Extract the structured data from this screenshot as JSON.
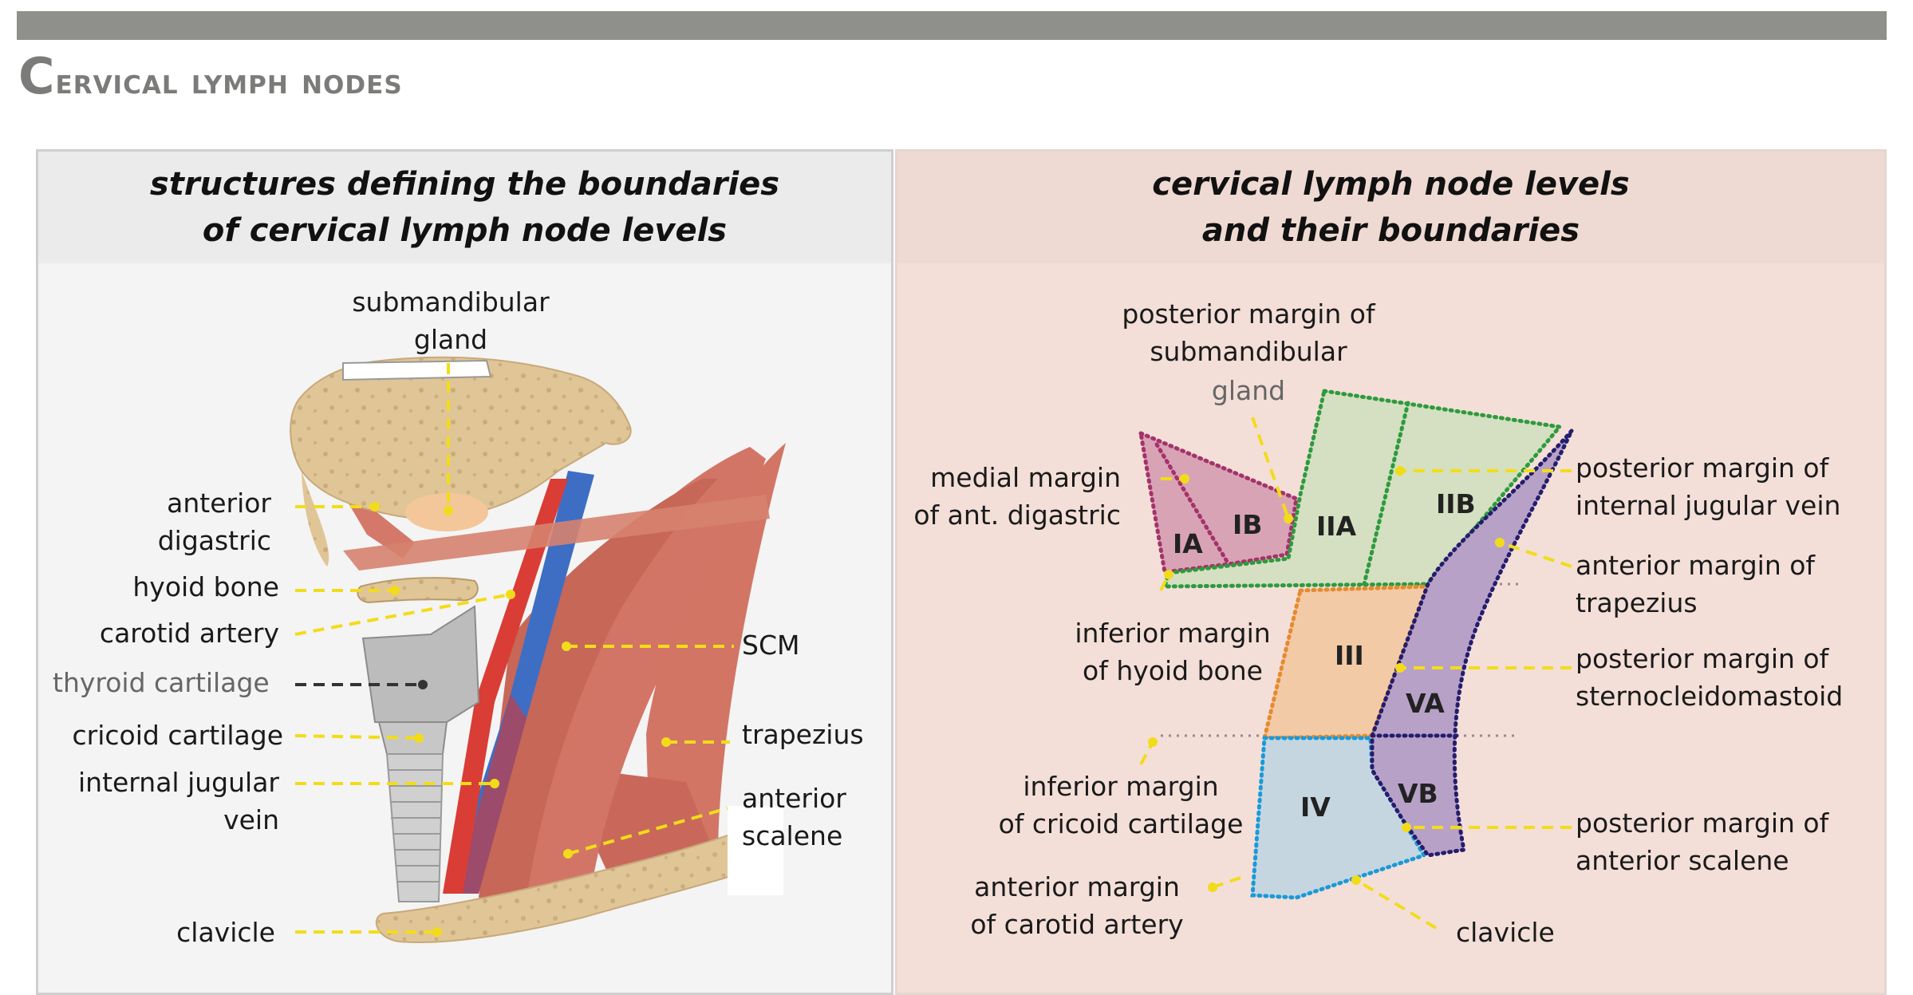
{
  "title": {
    "first": "C",
    "rest": "ervical lymph nodes"
  },
  "left_panel": {
    "heading": "structures defining the boundaries\nof cervical lymph node levels",
    "labels": {
      "submandibular_gland": "submandibular\ngland",
      "anterior_digastric": "anterior\ndigastric",
      "hyoid_bone": "hyoid bone",
      "carotid_artery": "carotid artery",
      "thyroid_cartilage": "thyroid cartilage",
      "cricoid_cartilage": "cricoid cartilage",
      "internal_jugular_vein": "internal jugular\nvein",
      "clavicle": "clavicle",
      "scm": "SCM",
      "trapezius": "trapezius",
      "anterior_scalene": "anterior\nscalene"
    }
  },
  "right_panel": {
    "heading": "cervical lymph node levels\nand their boundaries",
    "levels": {
      "ia": "IA",
      "ib": "IB",
      "iia": "IIA",
      "iib": "IIB",
      "iii": "III",
      "va": "VA",
      "iv": "IV",
      "vb": "VB"
    },
    "labels": {
      "post_margin_submandibular": "posterior margin of\nsubmandibular",
      "gland": "gland",
      "medial_margin_digastric": "medial margin\nof ant. digastric",
      "inferior_margin_hyoid": "inferior margin\nof hyoid bone",
      "inferior_margin_cricoid": "inferior margin\nof cricoid cartilage",
      "anterior_margin_carotid": "anterior margin\nof carotid artery",
      "clavicle": "clavicle",
      "post_margin_ijv": "posterior margin of\ninternal jugular vein",
      "ant_margin_trapezius": "anterior margin of\ntrapezius",
      "post_margin_scm": "posterior margin of\nsternocleidomastoid",
      "post_margin_scalene": "posterior margin of\nanterior scalene"
    }
  },
  "colors": {
    "leader_yellow": "#f2dc1a",
    "bone": "#e2c89a",
    "muscle": "#d4786a",
    "artery": "#d9433a",
    "vein": "#3d6fc2",
    "level_i": "#d9a3b6",
    "level_ii": "#d3dfc0",
    "level_iii": "#f4c9a6",
    "level_iv": "#c6d6e0",
    "level_v": "#b9a2c6"
  }
}
